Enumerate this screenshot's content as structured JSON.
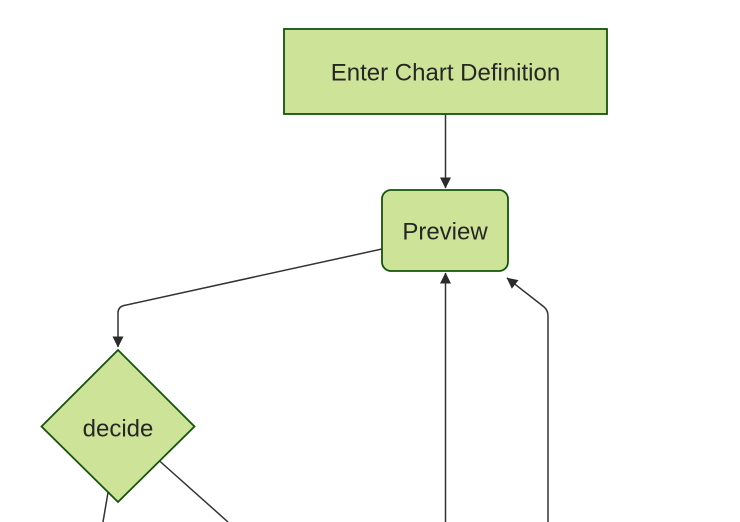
{
  "diagram": {
    "type": "flowchart",
    "direction": "top-down",
    "colors": {
      "background": "#ffffff",
      "node_fill": "#cde498",
      "node_border": "#13540c",
      "edge": "#333333",
      "arrowhead": "#2b2b2b",
      "label_text": "#262626"
    },
    "nodes": {
      "enter_chart_definition": {
        "label": "Enter Chart Definition",
        "shape": "rectangle"
      },
      "preview": {
        "label": "Preview",
        "shape": "rounded-rectangle"
      },
      "decide": {
        "label": "decide",
        "shape": "diamond"
      }
    },
    "edges": [
      {
        "from": "enter_chart_definition",
        "to": "preview",
        "arrowhead_visible": true
      },
      {
        "from": "preview",
        "to": "decide",
        "arrowhead_visible": true
      },
      {
        "from": "offscreen_bottom",
        "to": "preview",
        "arrowhead_visible": true
      },
      {
        "from": "offscreen_bottom_right",
        "to": "preview",
        "arrowhead_visible": true
      },
      {
        "from": "decide",
        "to": "offscreen_bottom_left",
        "arrowhead_visible": false
      },
      {
        "from": "decide",
        "to": "offscreen_bottom_right",
        "arrowhead_visible": false
      }
    ]
  }
}
